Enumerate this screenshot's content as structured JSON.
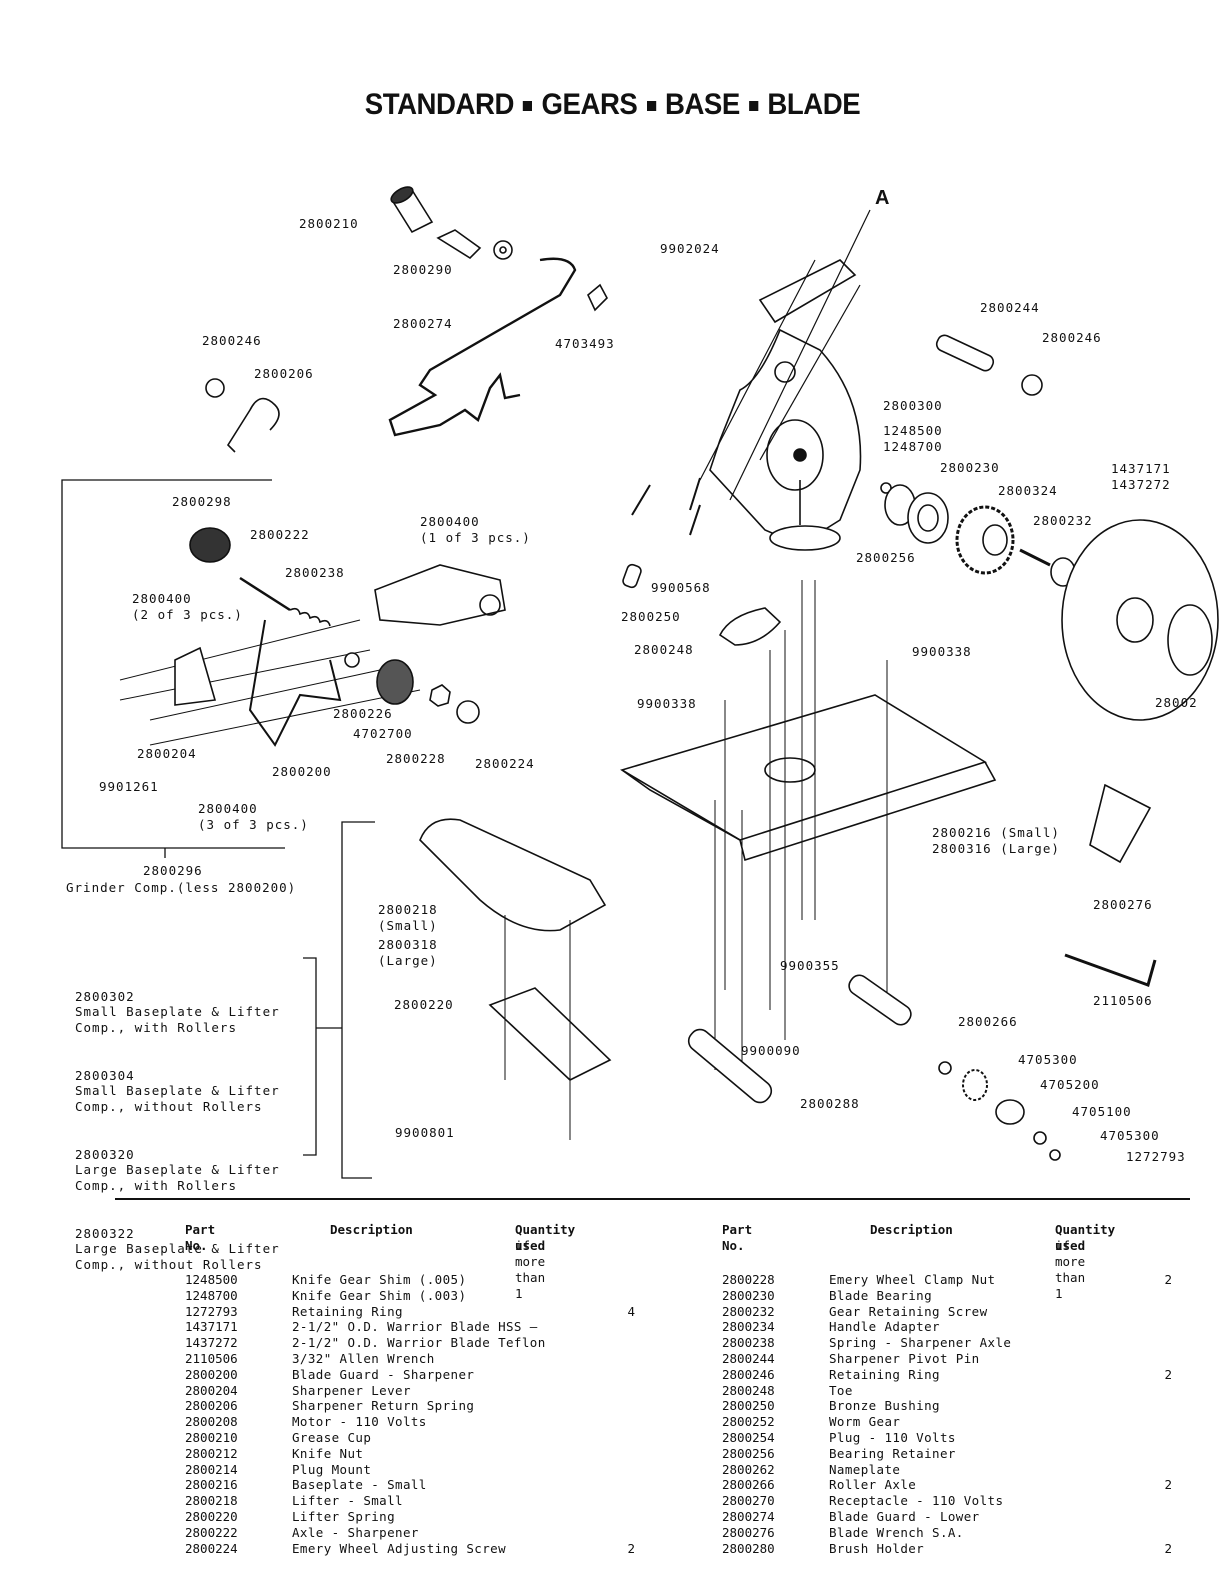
{
  "page": {
    "title_parts": [
      "STANDARD",
      "GEARS",
      "BASE",
      "BLADE"
    ]
  },
  "diagram": {
    "section_marker": "A",
    "callouts": {
      "c2800210": "2800210",
      "c2800290": "2800290",
      "c2800274": "2800274",
      "c4703493": "4703493",
      "c9902024": "9902024",
      "c2800244": "2800244",
      "c2800246_right": "2800246",
      "c2800246_left": "2800246",
      "c2800206": "2800206",
      "c2800300": "2800300",
      "c1248500": "1248500",
      "c1248700": "1248700",
      "c2800230": "2800230",
      "c2800324": "2800324",
      "c1437171": "1437171",
      "c1437272": "1437272",
      "c2800232": "2800232",
      "c2800256": "2800256",
      "c9900568": "9900568",
      "c2800250": "2800250",
      "c2800248": "2800248",
      "c9900338_right": "9900338",
      "c9900338_left": "9900338",
      "c2800212_partial": "28002",
      "c2800298": "2800298",
      "c2800222": "2800222",
      "c2800238": "2800238",
      "c2800400_1": "2800400",
      "c2800400_1_note": "(1 of 3 pcs.)",
      "c2800400_2": "2800400",
      "c2800400_2_note": "(2 of 3 pcs.)",
      "c2800226": "2800226",
      "c4702700": "4702700",
      "c2800228": "2800228",
      "c2800224": "2800224",
      "c2800204": "2800204",
      "c9901261": "9901261",
      "c2800200": "2800200",
      "c2800400_3": "2800400",
      "c2800400_3_note": "(3 of 3 pcs.)",
      "c2800296": "2800296",
      "c2800296_note": "Grinder Comp.(less 2800200)",
      "c2800216": "2800216 (Small)",
      "c2800316": "2800316 (Large)",
      "c2800276": "2800276",
      "c2110506": "2110506",
      "c2800218": "2800218",
      "c2800218_note": "(Small)",
      "c2800318": "2800318",
      "c2800318_note": "(Large)",
      "c2800220": "2800220",
      "c9900801": "9900801",
      "c9900355": "9900355",
      "c9900090": "9900090",
      "c2800266": "2800266",
      "c2800288": "2800288",
      "c4705300_a": "4705300",
      "c4705200": "4705200",
      "c4705100": "4705100",
      "c4705300_b": "4705300",
      "c1272793": "1272793"
    },
    "assemblies": [
      {
        "part": "2800302",
        "desc1": "Small Baseplate & Lifter",
        "desc2": "Comp., with Rollers"
      },
      {
        "part": "2800304",
        "desc1": "Small Baseplate & Lifter",
        "desc2": "Comp., without Rollers"
      },
      {
        "part": "2800320",
        "desc1": "Large Baseplate & Lifter",
        "desc2": "Comp., with Rollers"
      },
      {
        "part": "2800322",
        "desc1": "Large Baseplate & Lifter",
        "desc2": "Comp., without Rollers"
      }
    ]
  },
  "parts_table": {
    "headers": {
      "part_no": "Part No.",
      "description": "Description",
      "quantity_line1": "Quantity  used",
      "quantity_line2": "if more than 1"
    },
    "left": [
      {
        "part": "1248500",
        "desc": "Knife Gear Shim (.005)",
        "qty": ""
      },
      {
        "part": "1248700",
        "desc": "Knife Gear Shim (.003)",
        "qty": ""
      },
      {
        "part": "1272793",
        "desc": "Retaining Ring",
        "qty": "4"
      },
      {
        "part": "1437171",
        "desc": "2-1/2\" O.D. Warrior Blade HSS —",
        "qty": ""
      },
      {
        "part": "1437272",
        "desc": "2-1/2\" O.D. Warrior Blade Teflon",
        "qty": ""
      },
      {
        "part": "2110506",
        "desc": "3/32\" Allen Wrench",
        "qty": ""
      },
      {
        "part": "2800200",
        "desc": "Blade Guard - Sharpener",
        "qty": ""
      },
      {
        "part": "2800204",
        "desc": "Sharpener Lever",
        "qty": ""
      },
      {
        "part": "2800206",
        "desc": "Sharpener Return Spring",
        "qty": ""
      },
      {
        "part": "2800208",
        "desc": "Motor - 110 Volts",
        "qty": ""
      },
      {
        "part": "2800210",
        "desc": "Grease Cup",
        "qty": ""
      },
      {
        "part": "2800212",
        "desc": "Knife Nut",
        "qty": ""
      },
      {
        "part": "2800214",
        "desc": "Plug Mount",
        "qty": ""
      },
      {
        "part": "2800216",
        "desc": "Baseplate - Small",
        "qty": ""
      },
      {
        "part": "2800218",
        "desc": "Lifter - Small",
        "qty": ""
      },
      {
        "part": "2800220",
        "desc": "Lifter Spring",
        "qty": ""
      },
      {
        "part": "2800222",
        "desc": "Axle - Sharpener",
        "qty": ""
      },
      {
        "part": "2800224",
        "desc": "Emery Wheel Adjusting Screw",
        "qty": "2"
      }
    ],
    "right": [
      {
        "part": "2800228",
        "desc": "Emery Wheel Clamp Nut",
        "qty": "2"
      },
      {
        "part": "2800230",
        "desc": "Blade Bearing",
        "qty": ""
      },
      {
        "part": "2800232",
        "desc": "Gear Retaining Screw",
        "qty": ""
      },
      {
        "part": "2800234",
        "desc": "Handle Adapter",
        "qty": ""
      },
      {
        "part": "2800238",
        "desc": "Spring - Sharpener Axle",
        "qty": ""
      },
      {
        "part": "2800244",
        "desc": "Sharpener Pivot Pin",
        "qty": ""
      },
      {
        "part": "2800246",
        "desc": "Retaining Ring",
        "qty": "2"
      },
      {
        "part": "2800248",
        "desc": "Toe",
        "qty": ""
      },
      {
        "part": "2800250",
        "desc": "Bronze Bushing",
        "qty": ""
      },
      {
        "part": "2800252",
        "desc": "Worm Gear",
        "qty": ""
      },
      {
        "part": "2800254",
        "desc": "Plug - 110 Volts",
        "qty": ""
      },
      {
        "part": "2800256",
        "desc": "Bearing Retainer",
        "qty": ""
      },
      {
        "part": "2800262",
        "desc": "Nameplate",
        "qty": ""
      },
      {
        "part": "2800266",
        "desc": "Roller Axle",
        "qty": "2"
      },
      {
        "part": "2800270",
        "desc": "Receptacle - 110 Volts",
        "qty": ""
      },
      {
        "part": "2800274",
        "desc": "Blade Guard - Lower",
        "qty": ""
      },
      {
        "part": "2800276",
        "desc": "Blade Wrench S.A.",
        "qty": ""
      },
      {
        "part": "2800280",
        "desc": "Brush Holder",
        "qty": "2"
      }
    ]
  }
}
